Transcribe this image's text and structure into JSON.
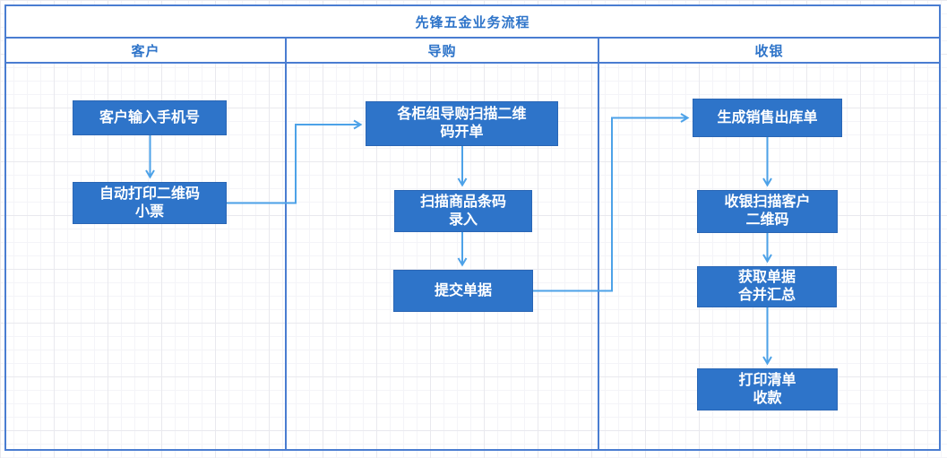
{
  "title": "先锋五金业务流程",
  "lanes": [
    {
      "label": "客户"
    },
    {
      "label": "导购"
    },
    {
      "label": "收银"
    }
  ],
  "nodes": [
    {
      "id": "customer-enter-phone",
      "lane": "客户",
      "label": "客户输入手机号"
    },
    {
      "id": "auto-print-qr-receipt",
      "lane": "客户",
      "label": "自动打印二维码\n小票"
    },
    {
      "id": "counter-guide-scan-qr-order",
      "lane": "导购",
      "label": "各柜组导购扫描二维\n码开单"
    },
    {
      "id": "scan-product-barcode-entry",
      "lane": "导购",
      "label": "扫描商品条码\n录入"
    },
    {
      "id": "submit-document",
      "lane": "导购",
      "label": "提交单据"
    },
    {
      "id": "generate-sales-outbound",
      "lane": "收银",
      "label": "生成销售出库单"
    },
    {
      "id": "cashier-scan-customer-qr",
      "lane": "收银",
      "label": "收银扫描客户\n二维码"
    },
    {
      "id": "get-docs-merge-summarize",
      "lane": "收银",
      "label": "获取单据\n合并汇总"
    },
    {
      "id": "print-list-collect-payment",
      "lane": "收银",
      "label": "打印清单\n收款"
    }
  ],
  "edges": [
    {
      "from": "customer-enter-phone",
      "to": "auto-print-qr-receipt"
    },
    {
      "from": "auto-print-qr-receipt",
      "to": "counter-guide-scan-qr-order"
    },
    {
      "from": "counter-guide-scan-qr-order",
      "to": "scan-product-barcode-entry"
    },
    {
      "from": "scan-product-barcode-entry",
      "to": "submit-document"
    },
    {
      "from": "submit-document",
      "to": "generate-sales-outbound"
    },
    {
      "from": "generate-sales-outbound",
      "to": "cashier-scan-customer-qr"
    },
    {
      "from": "cashier-scan-customer-qr",
      "to": "get-docs-merge-summarize"
    },
    {
      "from": "get-docs-merge-summarize",
      "to": "print-list-collect-payment"
    }
  ],
  "colors": {
    "node_fill": "#2E74C9",
    "node_text": "#FFFFFF",
    "frame_border": "#4A7DD1",
    "connector": "#4DA2E8",
    "heading_text": "#2E74C9",
    "grid_minor": "#F4F4F8",
    "grid_major": "#E9E9EE"
  }
}
